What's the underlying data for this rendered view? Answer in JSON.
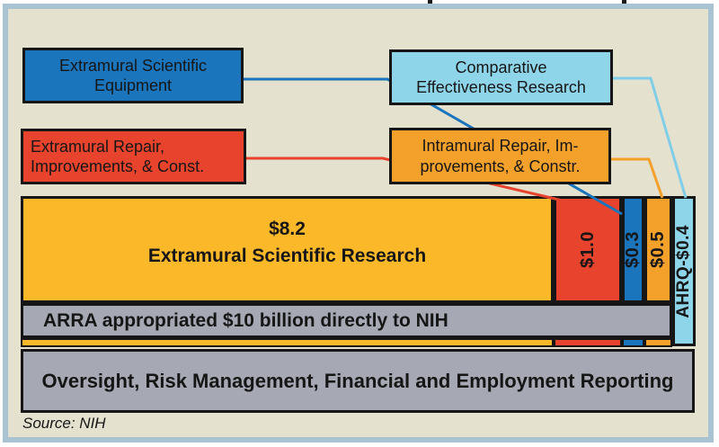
{
  "callouts": {
    "equipment": {
      "line1": "Extramural Scientific",
      "line2": "Equipment"
    },
    "comparative": {
      "line1": "Comparative",
      "line2": "Effectiveness Research"
    },
    "extramural_repair": {
      "line1": "Extramural Repair,",
      "line2": "Improvements, & Const."
    },
    "intramural": {
      "line1": "Intramural Repair, Im-",
      "line2": "provements, & Constr."
    }
  },
  "bar": {
    "extramural_research": {
      "amount": "$8.2",
      "label": "Extramural Scientific Research"
    },
    "repair_segment": {
      "label": "$1.0"
    },
    "equipment_segment": {
      "label": "$0.3"
    },
    "intramural_segment": {
      "label": "$0.5"
    },
    "ahrq_segment": {
      "label": "AHRQ-$0.4"
    }
  },
  "arra": {
    "text": "ARRA appropriated $10 billion directly to NIH"
  },
  "oversight": {
    "text": "Oversight, Risk Management, Financial and Employment Reporting"
  },
  "source": {
    "text": "Source: NIH"
  },
  "colors": {
    "blue": "#1b75bc",
    "light_blue": "#8fd5ea",
    "light_blue_line": "#7fcde8",
    "red": "#e8432d",
    "orange": "#f4a12b",
    "yellow": "#fbb929",
    "gray": "#a6a9b3",
    "background": "#e4e1cf",
    "frame_border": "#a9c3d3",
    "outline": "#161616"
  },
  "chart_data": {
    "type": "bar",
    "subtype": "horizontal-stacked-allocation-diagram",
    "title": "",
    "categories": [
      "Extramural Scientific Research",
      "Extramural Repair, Improvements, & Const.",
      "Extramural Scientific Equipment",
      "Intramural Repair, Improvements, & Constr.",
      "AHRQ Comparative Effectiveness Research"
    ],
    "values": [
      8.2,
      1.0,
      0.3,
      0.5,
      0.4
    ],
    "value_labels": [
      "$8.2",
      "$1.0",
      "$0.3",
      "$0.5",
      "AHRQ-$0.4"
    ],
    "segment_colors": [
      "#fbb929",
      "#e8432d",
      "#1b75bc",
      "#f4a12b",
      "#8fd5ea"
    ],
    "units": "billions of dollars",
    "total_annotation": "ARRA appropriated $10 billion directly to NIH",
    "base_annotation": "Oversight, Risk Management, Financial and Employment Reporting",
    "callout_connections": [
      {
        "label": "Extramural Scientific Equipment",
        "connects_to": "$0.3",
        "color": "#1b75bc"
      },
      {
        "label": "Comparative Effectiveness Research",
        "connects_to": "AHRQ-$0.4",
        "color": "#8fd5ea"
      },
      {
        "label": "Extramural Repair, Improvements, & Const.",
        "connects_to": "$1.0",
        "color": "#e8432d"
      },
      {
        "label": "Intramural Repair, Improvements, & Constr.",
        "connects_to": "$0.5",
        "color": "#f4a12b"
      }
    ],
    "source": "Source: NIH",
    "legend_position": "none",
    "grid": false
  }
}
